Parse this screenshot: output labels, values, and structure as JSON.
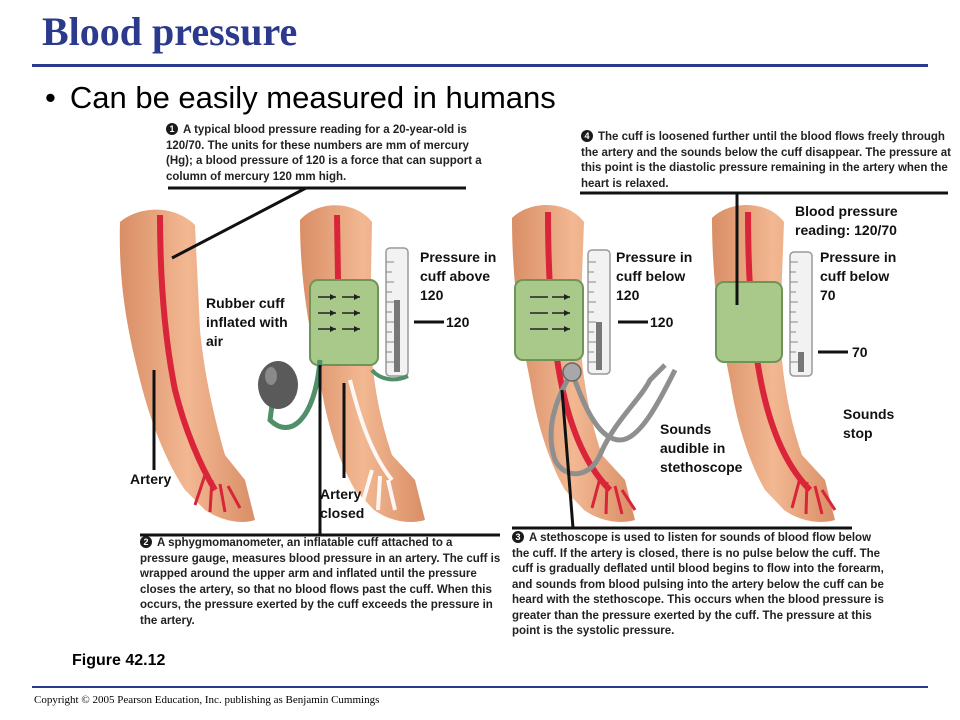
{
  "slide": {
    "title": "Blood pressure",
    "bullet": "Can be easily measured in humans",
    "figure": "Figure 42.12",
    "copyright": "Copyright © 2005 Pearson Education, Inc. publishing as Benjamin Cummings"
  },
  "steps": [
    {
      "number": "1",
      "text": "A typical blood pressure reading for a 20-year-old is 120/70. The units for these numbers are mm of mercury (Hg); a blood pressure of 120 is a force that can support a column of mercury 120 mm high."
    },
    {
      "number": "2",
      "text": "A sphygmomanometer, an inflatable cuff attached to a pressure gauge, measures blood pressure in an artery. The cuff is wrapped around the upper arm and inflated until the pressure closes the artery, so that no blood flows past the cuff. When this occurs, the pressure exerted by the cuff exceeds the pressure in the artery."
    },
    {
      "number": "3",
      "text": "A stethoscope is used to listen for sounds of blood flow below the cuff. If the artery is closed, there is no pulse below the cuff. The cuff is gradually deflated until blood begins to flow into the forearm, and sounds from blood pulsing into the artery below the cuff can be heard with the stethoscope. This occurs when the blood pressure is greater than the pressure exerted by the cuff. The pressure at this point is the systolic pressure."
    },
    {
      "number": "4",
      "text": "The cuff is loosened further until the blood flows freely through the artery and the sounds below the cuff disappear. The pressure at this point is the diastolic pressure remaining in the artery when the heart is relaxed."
    }
  ],
  "labels": {
    "artery": "Artery",
    "rubber_cuff": "Rubber cuff inflated with air",
    "artery_closed": "Artery closed",
    "pressure_above_120": "Pressure in cuff above 120",
    "pressure_below_120": "Pressure in cuff below 120",
    "pressure_below_70": "Pressure in cuff below 70",
    "bp_reading": "Blood pressure reading: 120/70",
    "sounds_audible": "Sounds audible in stethoscope",
    "sounds_stop": "Sounds stop",
    "value_120_a": "120",
    "value_120_b": "120",
    "value_70": "70"
  },
  "colors": {
    "title": "#2b3a8c",
    "skin": "#e8a67f",
    "skin_light": "#f4c6a8",
    "artery": "#d9243a",
    "cuff": "#a9c98a",
    "hose": "#4f8f6a",
    "bulb": "#5a5a5a",
    "mercury": "#777777"
  }
}
